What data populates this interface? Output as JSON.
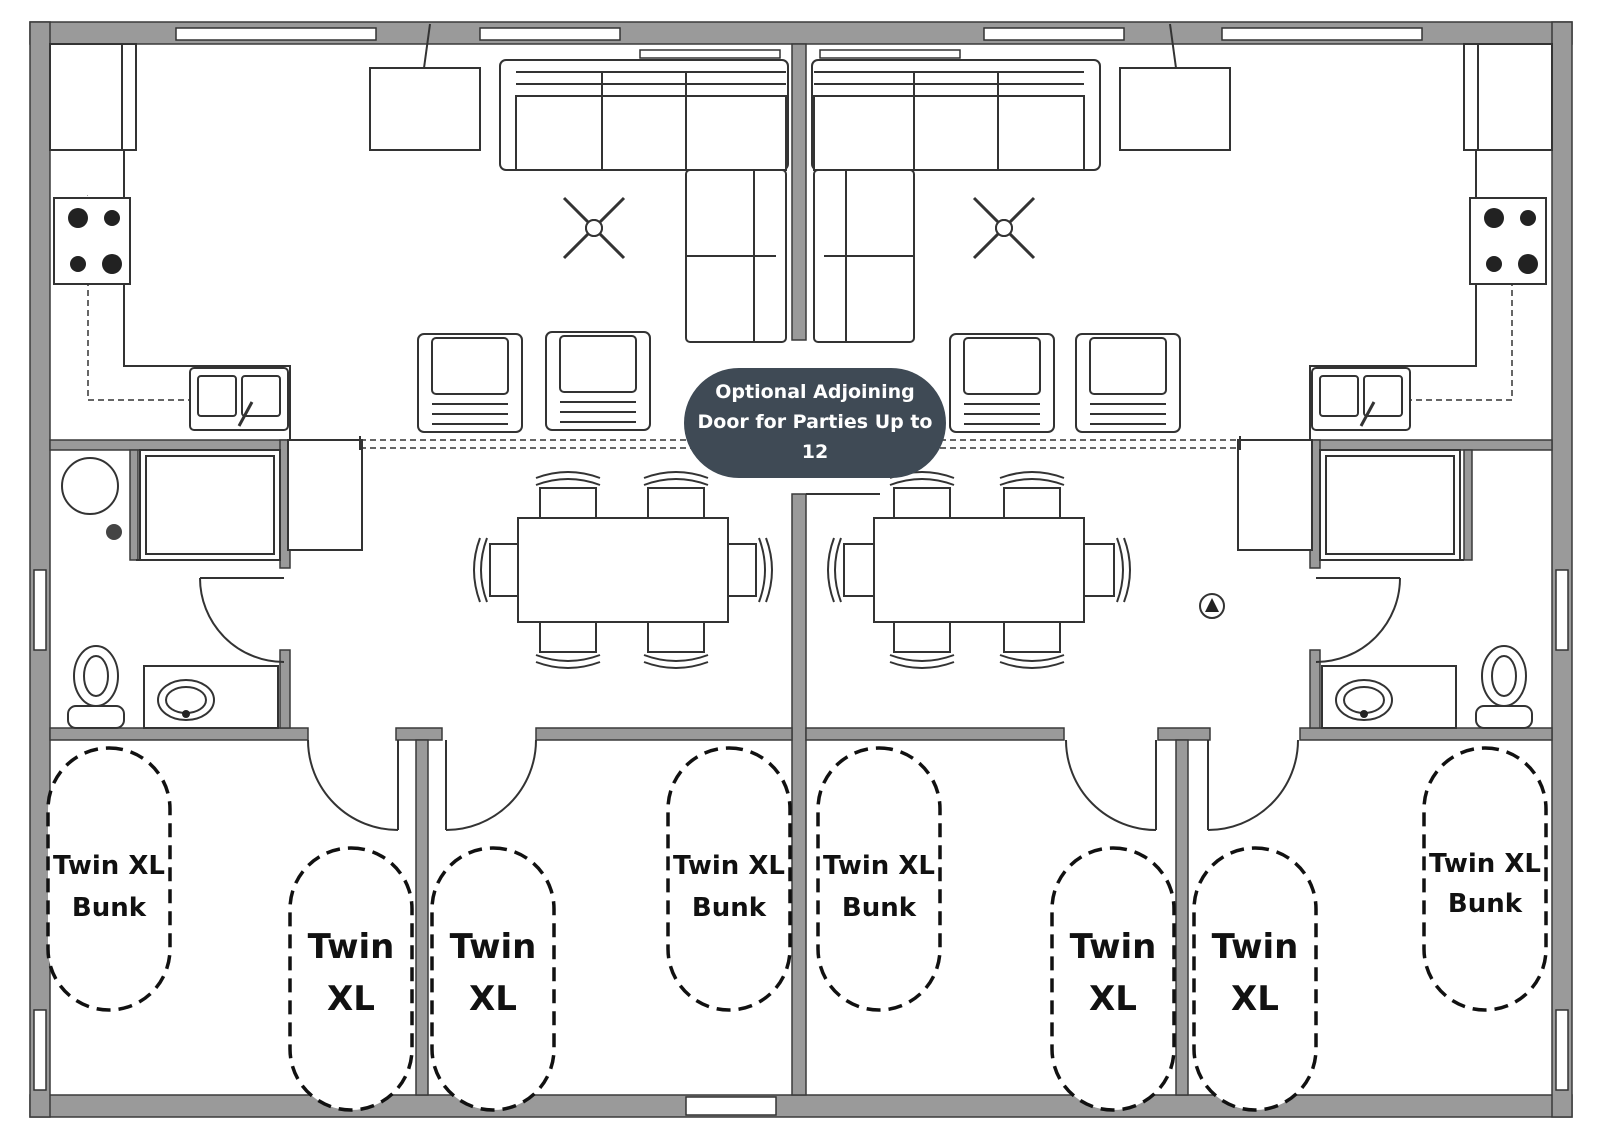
{
  "colors": {
    "wall": "#9a9a9a",
    "wall_outline": "#3a3a3a",
    "line": "#333333",
    "note_bg": "#3f4a55",
    "note_text": "#ffffff"
  },
  "note": {
    "line1": "Optional Adjoining",
    "line2": "Door for Parties Up to",
    "line3": "12"
  },
  "beds": {
    "bunk_line1": "Twin XL",
    "bunk_line2": "Bunk",
    "twin_line1": "Twin",
    "twin_line2": "XL"
  },
  "icons": [
    "stove-icon",
    "sink-icon",
    "toilet-icon",
    "ceiling-fan-icon",
    "sofa-icon",
    "armchair-icon",
    "dining-table-icon",
    "water-heater-icon",
    "smoke-detector-icon"
  ]
}
